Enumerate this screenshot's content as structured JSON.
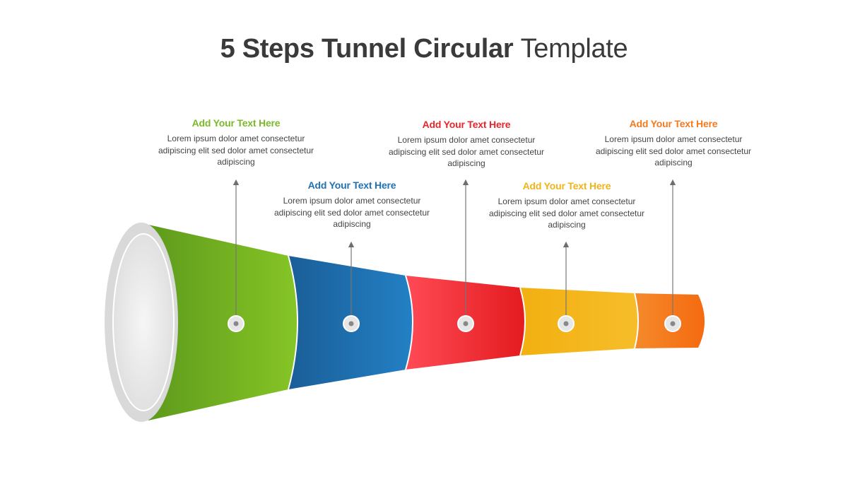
{
  "title": {
    "bold": "5 Steps Tunnel Circular",
    "light": "Template"
  },
  "steps": [
    {
      "heading": "Add Your Text Here",
      "body": "Lorem ipsum dolor amet consectetur adipiscing elit sed dolor amet consectetur adipiscing",
      "color": "#7bb82a"
    },
    {
      "heading": "Add Your Text Here",
      "body": "Lorem ipsum dolor amet consectetur adipiscing elit sed dolor amet consectetur adipiscing",
      "color": "#1f72b3"
    },
    {
      "heading": "Add Your Text Here",
      "body": "Lorem ipsum dolor amet consectetur adipiscing elit sed dolor amet consectetur adipiscing",
      "color": "#e8262b"
    },
    {
      "heading": "Add Your Text Here",
      "body": "Lorem ipsum dolor amet consectetur adipiscing elit sed dolor amet consectetur adipiscing",
      "color": "#f0b419"
    },
    {
      "heading": "Add Your Text Here",
      "body": "Lorem ipsum dolor amet consectetur adipiscing elit sed dolor amet consectetur adipiscing",
      "color": "#f27a1f"
    }
  ]
}
